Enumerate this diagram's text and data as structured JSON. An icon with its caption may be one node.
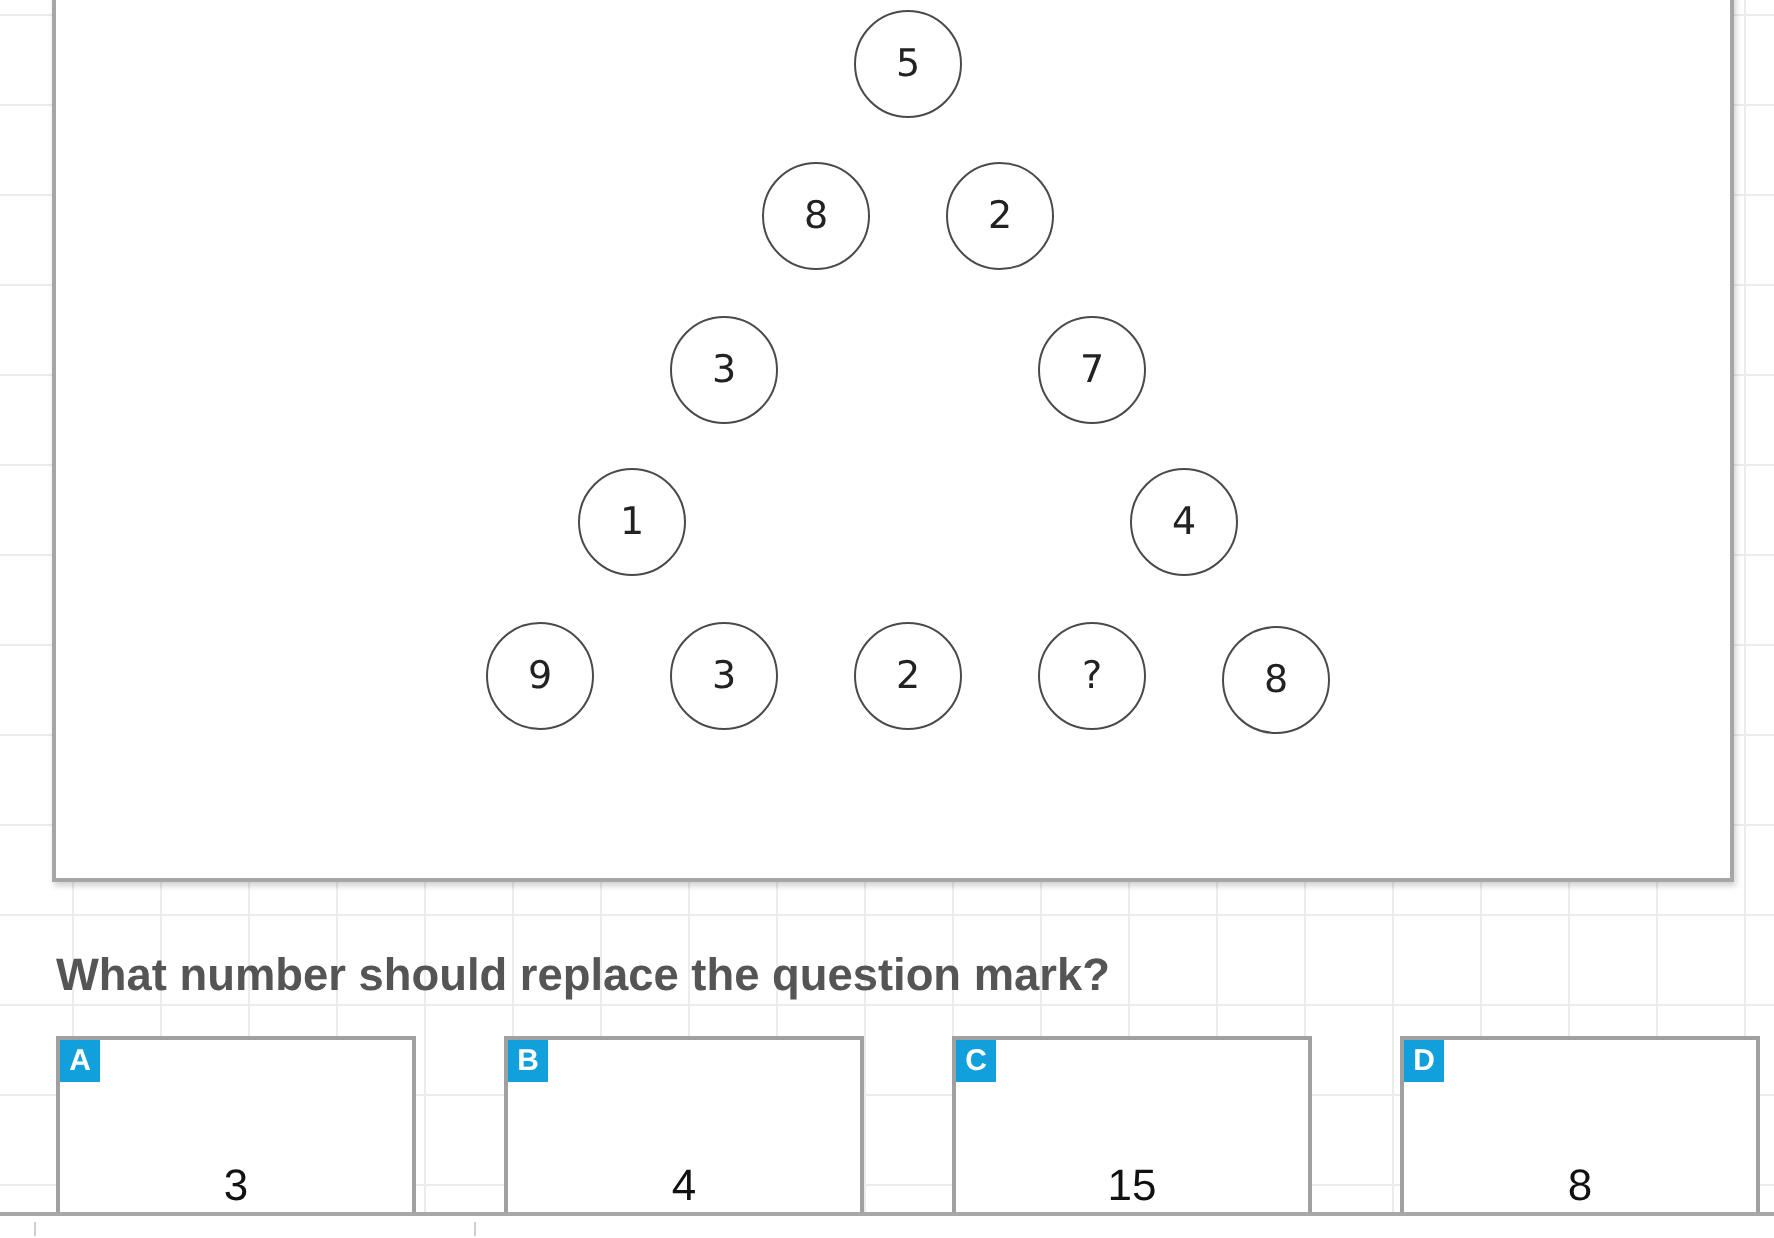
{
  "diagram": {
    "nodes": [
      {
        "text": [],
        "shape": "box"
      },
      {
        "text": [
          "5"
        ],
        "in": 0
      },
      {
        "text": [
          "8"
        ],
        "in": 0
      },
      {
        "text": [
          "2"
        ],
        "in": 0
      },
      {
        "text": [
          "3"
        ],
        "in": 0
      },
      {
        "text": [
          "7"
        ],
        "in": 0
      },
      {
        "text": [
          "1"
        ],
        "in": 0
      },
      {
        "text": [
          "4"
        ],
        "in": 0
      },
      {
        "text": [
          "9"
        ],
        "in": 0
      },
      {
        "text": [
          "3"
        ],
        "in": 0
      },
      {
        "text": [
          "2"
        ],
        "in": 0
      },
      {
        "text": [
          "?"
        ],
        "in": 0
      },
      {
        "text": [
          "8"
        ],
        "in": 0
      },
      {
        "text": [
          "A",
          "3"
        ]
      },
      {
        "text": [
          "B",
          "4"
        ]
      },
      {
        "text": [
          "C",
          "15"
        ]
      },
      {
        "text": [
          "D",
          "8"
        ]
      }
    ],
    "labels": [
      "What number should replace the question mark?"
    ]
  }
}
